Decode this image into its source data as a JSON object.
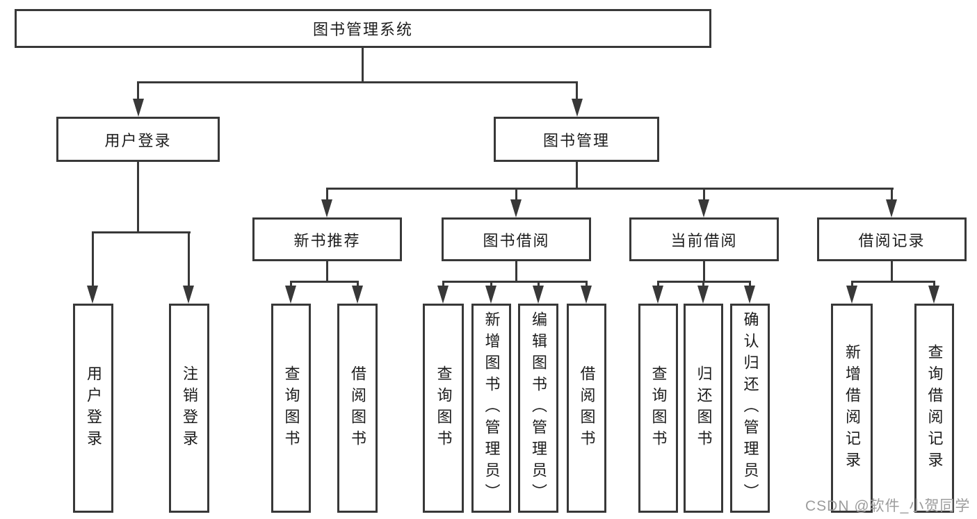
{
  "diagram": {
    "title_node": {
      "label": "图书管理系统"
    },
    "level2": [
      {
        "label": "用户登录"
      },
      {
        "label": "图书管理"
      }
    ],
    "level3": [
      {
        "label": "新书推荐"
      },
      {
        "label": "图书借阅"
      },
      {
        "label": "当前借阅"
      },
      {
        "label": "借阅记录"
      }
    ],
    "leaves": [
      {
        "label": "用户登录"
      },
      {
        "label": "注销登录"
      },
      {
        "label": "查询图书"
      },
      {
        "label": "借阅图书"
      },
      {
        "label": "查询图书"
      },
      {
        "label": "新增图书（管理员）"
      },
      {
        "label": "编辑图书（管理员）"
      },
      {
        "label": "借阅图书"
      },
      {
        "label": "查询图书"
      },
      {
        "label": "归还图书"
      },
      {
        "label": "确认归还（管理员）"
      },
      {
        "label": "新增借阅记录"
      },
      {
        "label": "查询借阅记录"
      }
    ]
  },
  "watermark": {
    "text": "CSDN @软件_小贺同学"
  },
  "colors": {
    "line": "#383838",
    "text": "#1c1c1c",
    "watermark": "#9c9c9c",
    "background": "#ffffff"
  }
}
